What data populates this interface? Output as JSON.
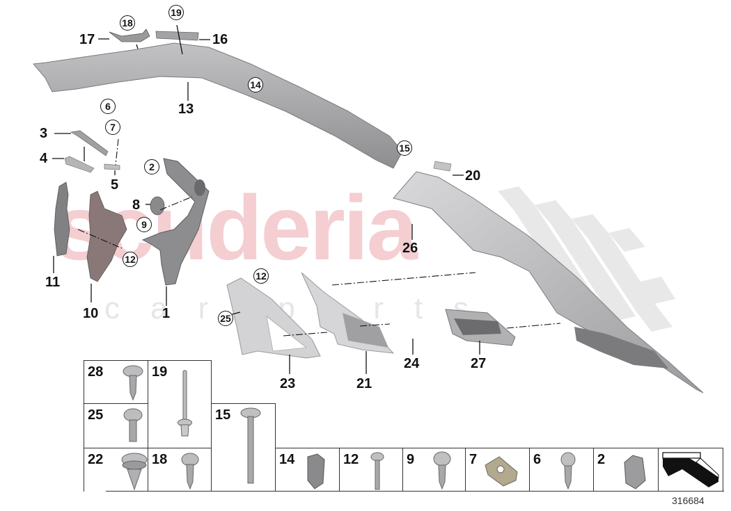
{
  "diagram": {
    "type": "exploded parts diagram",
    "subject": "interior pillar trim (A-pillar / roof frame) assembly",
    "document_number": "316684",
    "watermark": {
      "main": "scuderia",
      "sub": "car parts"
    }
  },
  "callouts": {
    "plain": [
      {
        "id": "c1",
        "label": "1"
      },
      {
        "id": "c3",
        "label": "3"
      },
      {
        "id": "c4",
        "label": "4"
      },
      {
        "id": "c5",
        "label": "5"
      },
      {
        "id": "c8",
        "label": "8"
      },
      {
        "id": "c10",
        "label": "10"
      },
      {
        "id": "c11",
        "label": "11"
      },
      {
        "id": "c13",
        "label": "13"
      },
      {
        "id": "c16",
        "label": "16"
      },
      {
        "id": "c17",
        "label": "17"
      },
      {
        "id": "c20",
        "label": "20"
      },
      {
        "id": "c21",
        "label": "21"
      },
      {
        "id": "c23",
        "label": "23"
      },
      {
        "id": "c24",
        "label": "24"
      },
      {
        "id": "c26",
        "label": "26"
      },
      {
        "id": "c27",
        "label": "27"
      }
    ],
    "circled": [
      {
        "id": "k2",
        "label": "2"
      },
      {
        "id": "k6",
        "label": "6"
      },
      {
        "id": "k7",
        "label": "7"
      },
      {
        "id": "k9",
        "label": "9"
      },
      {
        "id": "k12a",
        "label": "12"
      },
      {
        "id": "k12b",
        "label": "12"
      },
      {
        "id": "k14",
        "label": "14"
      },
      {
        "id": "k15",
        "label": "15"
      },
      {
        "id": "k18",
        "label": "18"
      },
      {
        "id": "k19",
        "label": "19"
      },
      {
        "id": "k25",
        "label": "25"
      }
    ]
  },
  "fastener_table": {
    "cells": [
      {
        "label": "28",
        "part": "screw-icon"
      },
      {
        "label": "25",
        "part": "screw-icon"
      },
      {
        "label": "22",
        "part": "expanding-rivet-icon"
      },
      {
        "label": "19",
        "part": "blind-rivet-icon"
      },
      {
        "label": "18",
        "part": "screw-icon"
      },
      {
        "label": "15",
        "part": "long-bolt-icon"
      },
      {
        "label": "14",
        "part": "clip-icon"
      },
      {
        "label": "12",
        "part": "bolt-icon"
      },
      {
        "label": "9",
        "part": "screw-icon"
      },
      {
        "label": "7",
        "part": "speed-nut-icon"
      },
      {
        "label": "6",
        "part": "screw-icon"
      },
      {
        "label": "2",
        "part": "clip-icon"
      },
      {
        "label": "",
        "part": "trim-profile-icon"
      }
    ]
  },
  "colors": {
    "part_gray": "#a9a9ab",
    "part_dark": "#6f6f72",
    "line": "#111111",
    "watermark_red": "#f3c6c9",
    "watermark_gray": "#e6e6e6"
  }
}
